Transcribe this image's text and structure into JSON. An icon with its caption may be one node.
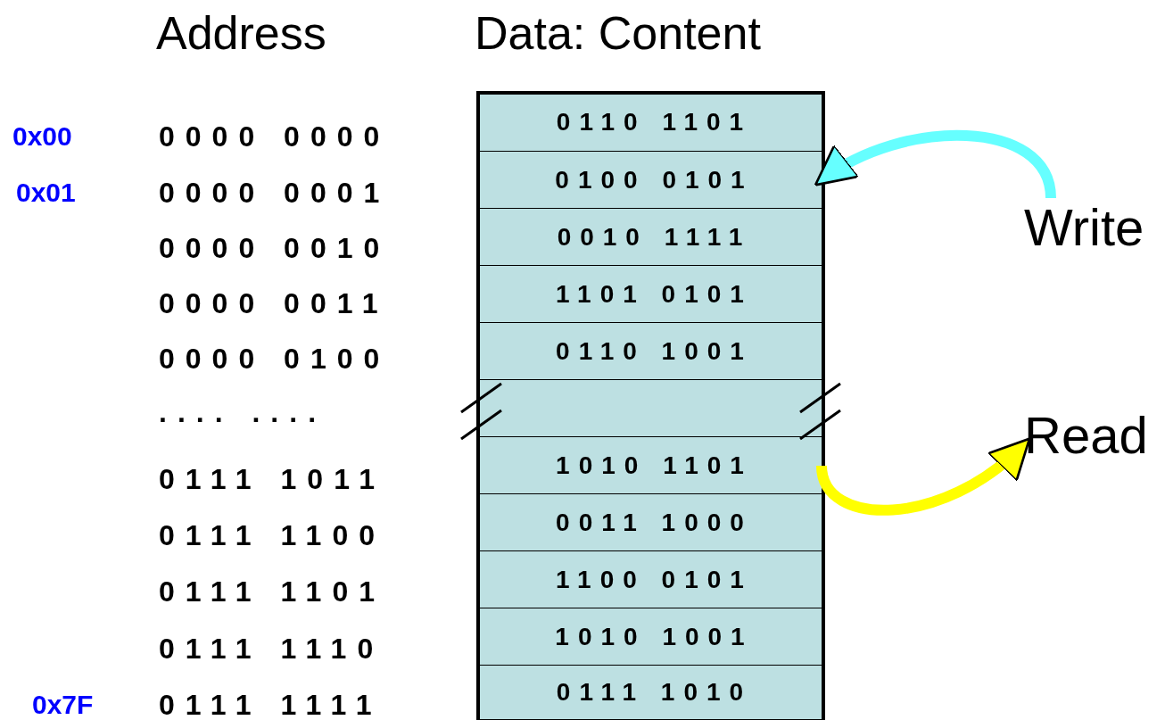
{
  "diagram": {
    "nodes": [
      {
        "text": [
          "0110 1101"
        ]
      },
      {
        "text": [
          "0100 0101"
        ]
      },
      {
        "text": [
          "0010 1111"
        ]
      },
      {
        "text": [
          "1101 0101"
        ]
      },
      {
        "text": [
          "0110 1001"
        ]
      },
      {
        "text": [],
        "shape": "box"
      },
      {
        "text": [
          "1010 1101"
        ]
      },
      {
        "text": [
          "0011 1000"
        ]
      },
      {
        "text": [
          "1100 0101"
        ]
      },
      {
        "text": [
          "1010 1001"
        ]
      },
      {
        "text": [
          "0111 1010"
        ]
      },
      {
        "text": [
          "Write"
        ]
      },
      {
        "text": [
          "Read"
        ]
      }
    ],
    "edges": [
      {
        "from": 11,
        "to": 1,
        "arrow": "to",
        "color": "#66ffff"
      },
      {
        "from": 6,
        "to": 12,
        "arrow": "to",
        "color": "#ffff00"
      }
    ],
    "labels": [
      "Address",
      "Data: Content",
      "0x00",
      "0000 0000",
      "0x01",
      "0000 0001",
      "0000 0010",
      "0000 0011",
      "0000 0100",
      ".... ....",
      "0111 1011",
      "0111 1100",
      "0111 1101",
      "0111 1110",
      "0x7F",
      "0111 1111"
    ]
  }
}
